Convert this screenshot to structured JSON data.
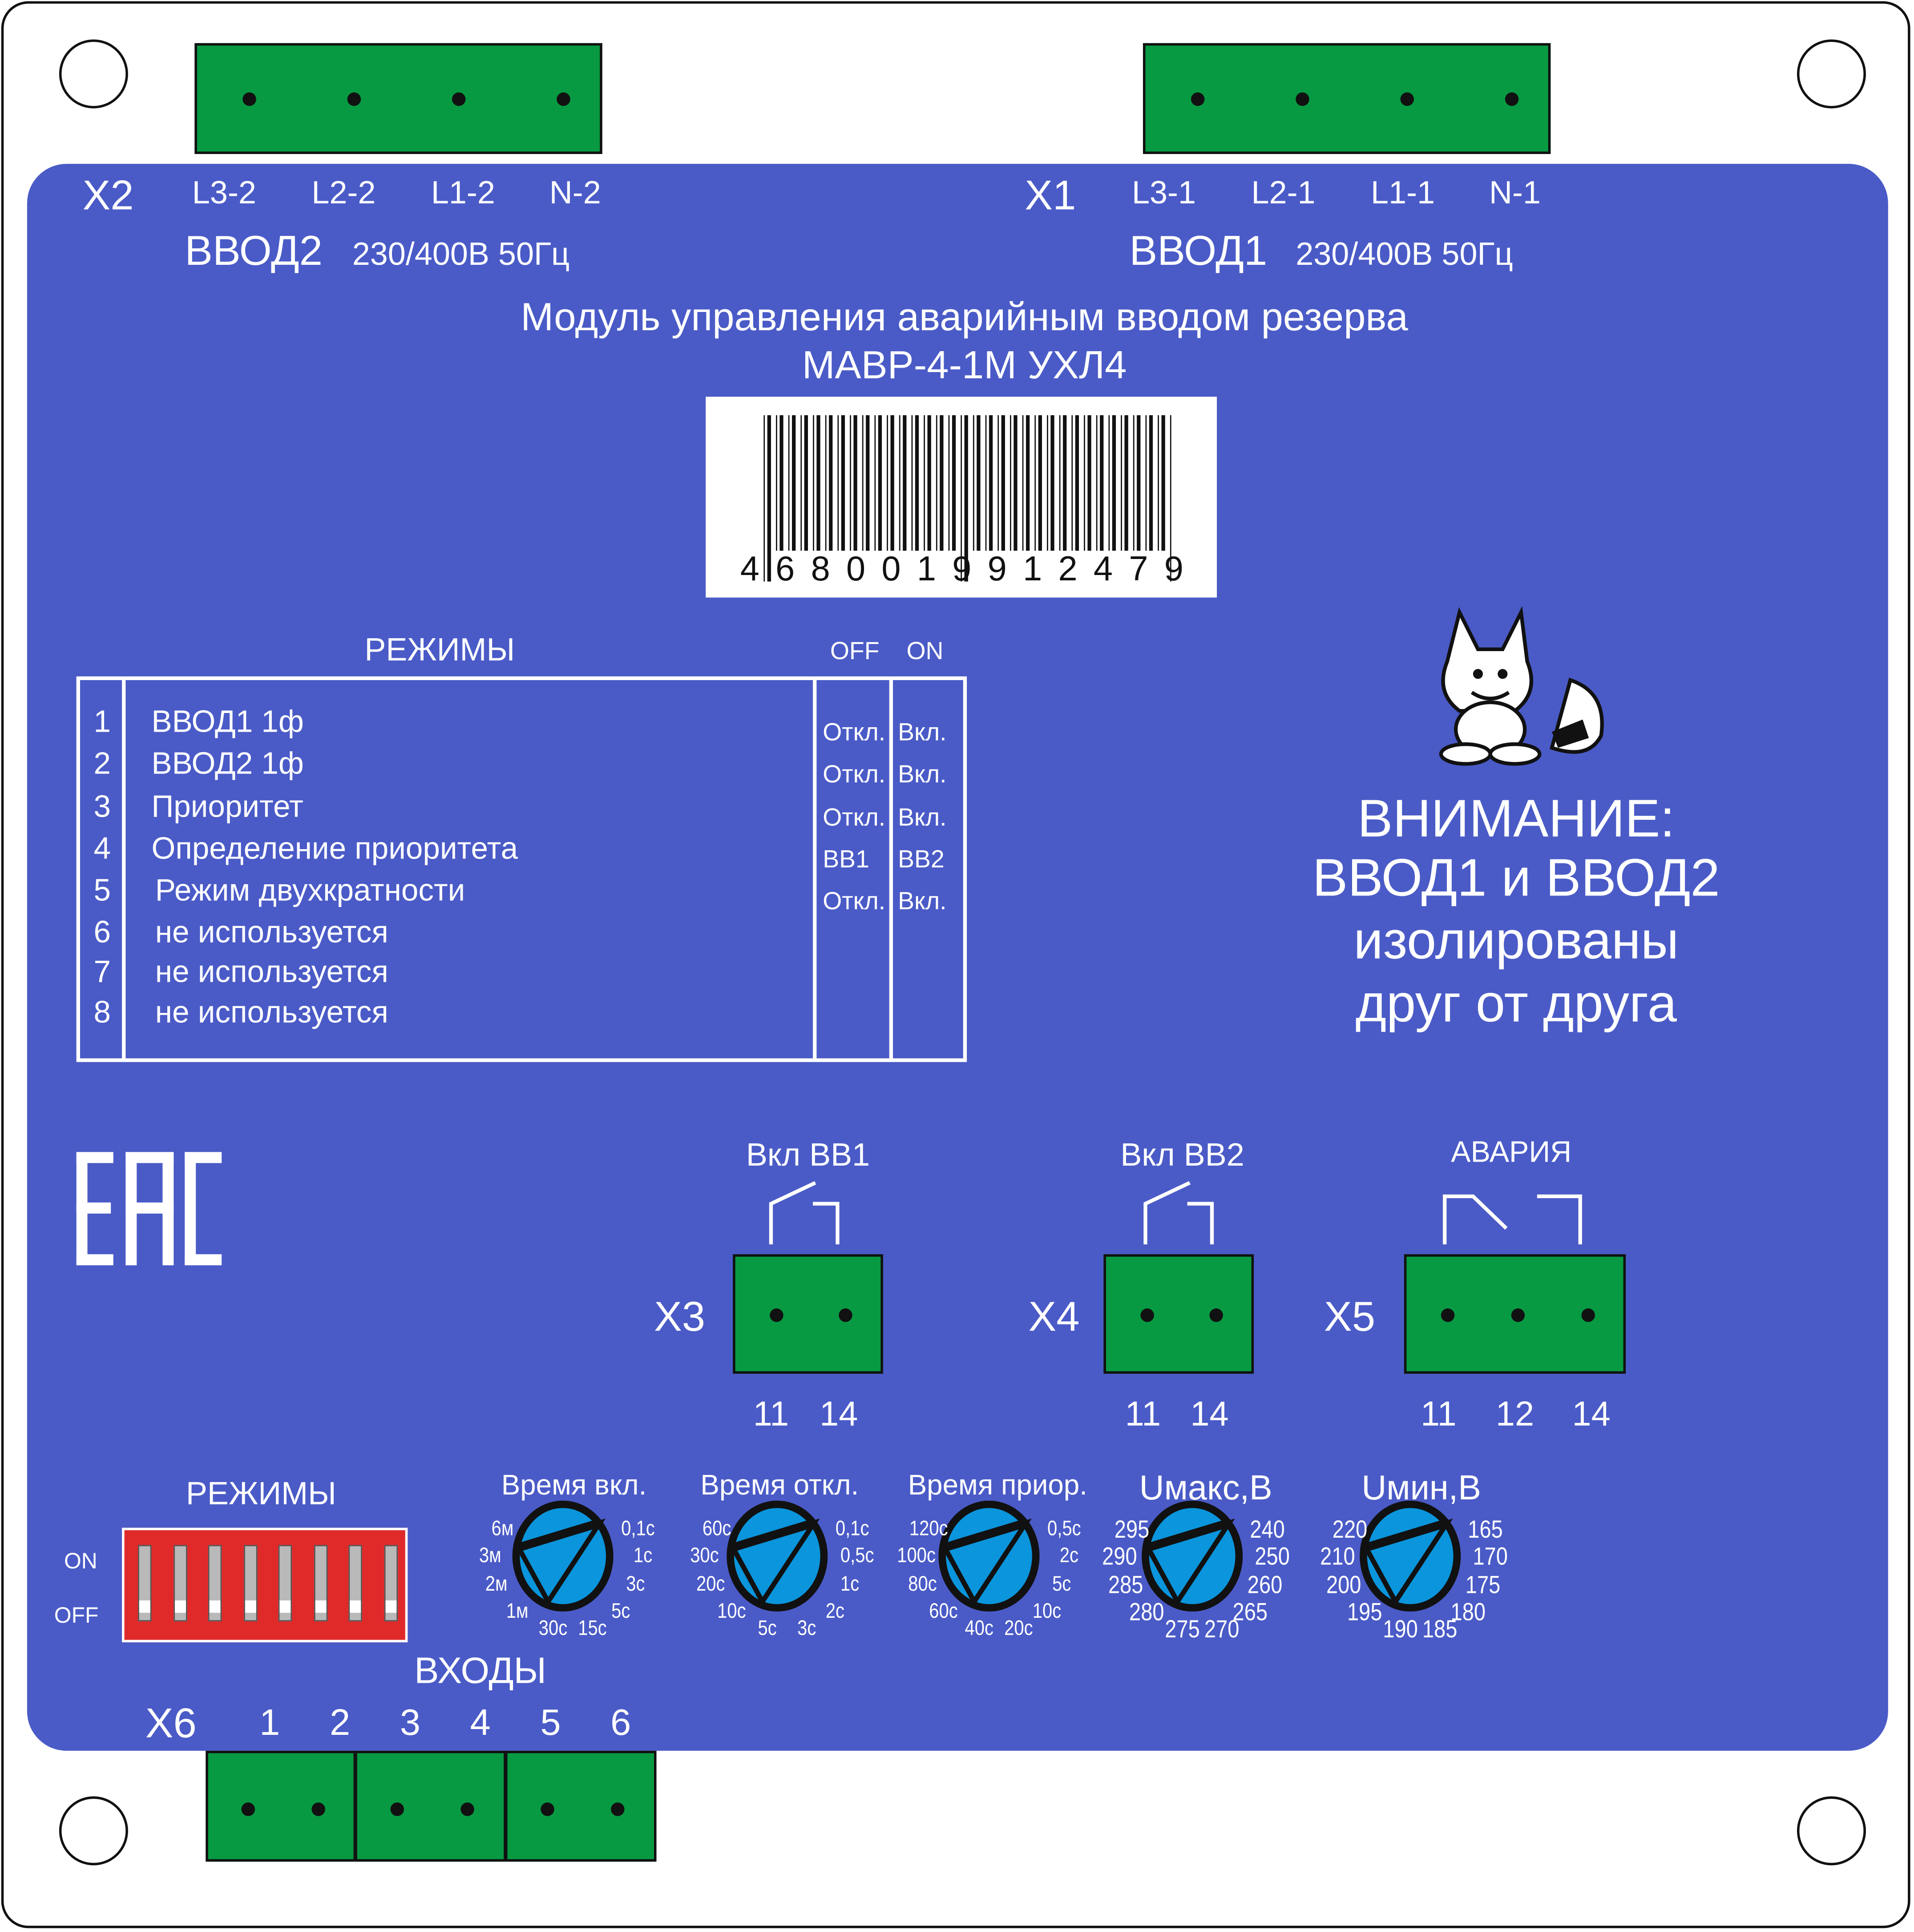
{
  "colors": {
    "panel": "#4a5bc7",
    "connector": "#079a42",
    "dial": "#0a95dc",
    "dip": "#e02a2a"
  },
  "x2": {
    "label": "X2",
    "pins": [
      "L3-2",
      "L2-2",
      "L1-2",
      "N-2"
    ],
    "input_name": "ВВОД2",
    "input_spec": "230/400В 50Гц"
  },
  "x1": {
    "label": "X1",
    "pins": [
      "L3-1",
      "L2-1",
      "L1-1",
      "N-1"
    ],
    "input_name": "ВВОД1",
    "input_spec": "230/400В 50Гц"
  },
  "title": {
    "line1": "Модуль управления аварийным вводом резерва",
    "line2": "МАВР-4-1М УХЛ4"
  },
  "barcode": {
    "digits": [
      "4",
      "6",
      "8",
      "0",
      "0",
      "1",
      "9",
      "9",
      "1",
      "2",
      "4",
      "7",
      "9"
    ]
  },
  "modes_table": {
    "title": "РЕЖИМЫ",
    "off_header": "OFF",
    "on_header": "ON",
    "rows": [
      {
        "num": "1",
        "name": "ВВОД1 1ф",
        "off": "Откл.",
        "on": "Вкл."
      },
      {
        "num": "2",
        "name": "ВВОД2 1ф",
        "off": "Откл.",
        "on": "Вкл."
      },
      {
        "num": "3",
        "name": "Приоритет",
        "off": "Откл.",
        "on": "Вкл."
      },
      {
        "num": "4",
        "name": "Определение приоритета",
        "off": "ВВ1",
        "on": "ВВ2"
      },
      {
        "num": "5",
        "name": "Режим двухкратности",
        "off": "Откл.",
        "on": "Вкл."
      },
      {
        "num": "6",
        "name": "не используется",
        "off": "",
        "on": ""
      },
      {
        "num": "7",
        "name": "не используется",
        "off": "",
        "on": ""
      },
      {
        "num": "8",
        "name": "не используется",
        "off": "",
        "on": ""
      }
    ]
  },
  "warning": {
    "line1": "ВНИМАНИЕ:",
    "line2": "ВВОД1 и ВВОД2",
    "line3": "изолированы",
    "line4": "друг от друга"
  },
  "eac_logo": "EAC",
  "relays": [
    {
      "title": "Вкл ВВ1",
      "label": "X3",
      "pins": [
        "11",
        "14"
      ]
    },
    {
      "title": "Вкл ВВ2",
      "label": "X4",
      "pins": [
        "11",
        "14"
      ]
    },
    {
      "title": "АВАРИЯ",
      "label": "X5",
      "pins": [
        "11",
        "12",
        "14"
      ]
    }
  ],
  "dip": {
    "title": "РЕЖИМЫ",
    "on": "ON",
    "off": "OFF",
    "switch_count": 8
  },
  "dials": [
    {
      "title": "Время вкл.",
      "labels": [
        "6м",
        "0,1с",
        "3м",
        "1с",
        "2м",
        "3с",
        "1м",
        "5с",
        "30с",
        "15с"
      ]
    },
    {
      "title": "Время откл.",
      "labels": [
        "60с",
        "0,1с",
        "30с",
        "0,5с",
        "20с",
        "1с",
        "10с",
        "2с",
        "5с",
        "3с"
      ]
    },
    {
      "title": "Время приор.",
      "labels": [
        "120с",
        "0,5с",
        "100с",
        "2с",
        "80с",
        "5с",
        "60с",
        "10с",
        "40с",
        "20с"
      ]
    },
    {
      "title": "Uмакс,В",
      "labels": [
        "295",
        "240",
        "290",
        "250",
        "285",
        "260",
        "280",
        "265",
        "275",
        "270"
      ]
    },
    {
      "title": "Uмин,В",
      "labels": [
        "220",
        "165",
        "210",
        "170",
        "200",
        "175",
        "195",
        "180",
        "190",
        "185"
      ]
    }
  ],
  "inputs": {
    "title": "ВХОДЫ",
    "label": "X6",
    "pins": [
      "1",
      "2",
      "3",
      "4",
      "5",
      "6"
    ]
  }
}
